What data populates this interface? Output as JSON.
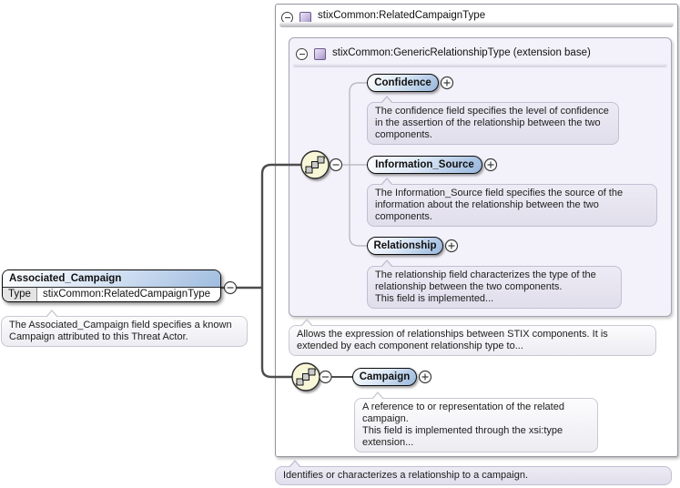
{
  "outer_box": {
    "title": "stixCommon:RelatedCampaignType",
    "annotation": "Identifies or characterizes a relationship to a campaign."
  },
  "inner_box": {
    "title": "stixCommon:GenericRelationshipType (extension base)",
    "annotation": "Allows the expression of relationships between STIX components. It is extended by each component relationship type to..."
  },
  "root": {
    "name": "Associated_Campaign",
    "type_label": "Type",
    "type_value": "stixCommon:RelatedCampaignType",
    "annotation": "The Associated_Campaign field specifies a known Campaign attributed to this Threat Actor."
  },
  "children": [
    {
      "name": "Confidence",
      "annotation": "The confidence field specifies the level of confidence in the assertion of the relationship between the two components."
    },
    {
      "name": "Information_Source",
      "annotation": "The Information_Source field specifies the source of the information about the relationship between the two components."
    },
    {
      "name": "Relationship",
      "annotation": "The relationship field characterizes the type of the relationship between the two components.\nThis field is implemented..."
    },
    {
      "name": "Campaign",
      "annotation": "A reference to or representation of the related campaign.\nThis field is implemented through the xsi:type extension..."
    }
  ],
  "icons": {
    "collapse": "minus-circle",
    "expand": "plus-circle",
    "complex_type": "purple-square",
    "compositor": "sequence-circle"
  },
  "colors": {
    "pill_blue": "#96b6dc",
    "complex_type_purple": "#a493c6",
    "sequence_yellow": "#f7f7d8",
    "inner_box_bg": "#f3f1f9",
    "annotation_lavender": "#e1deec",
    "trunk_line": "#4d4d4d",
    "branch_line": "#b3b1bb"
  }
}
